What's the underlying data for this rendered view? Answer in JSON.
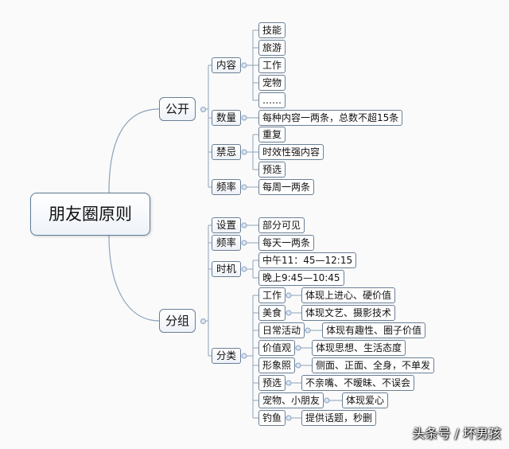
{
  "root": "朋友圈原则",
  "public": {
    "label": "公开",
    "content": {
      "label": "内容",
      "items": [
        "技能",
        "旅游",
        "工作",
        "宠物",
        "……"
      ]
    },
    "quantity": {
      "label": "数量",
      "value": "每种内容一两条，总数不超15条"
    },
    "taboo": {
      "label": "禁忌",
      "items": [
        "重复",
        "时效性强内容",
        "预选"
      ]
    },
    "frequency": {
      "label": "频率",
      "value": "每周一两条"
    }
  },
  "group": {
    "label": "分组",
    "settings": {
      "label": "设置",
      "value": "部分可见"
    },
    "frequency": {
      "label": "频率",
      "value": "每天一两条"
    },
    "timing": {
      "label": "时机",
      "items": [
        "中午11：45—12:15",
        "晚上9:45—10:45"
      ]
    },
    "categories": {
      "label": "分类",
      "items": [
        {
          "name": "工作",
          "desc": "体现上进心、硬价值"
        },
        {
          "name": "美食",
          "desc": "体现文艺、摄影技术"
        },
        {
          "name": "日常活动",
          "desc": "体现有趣性、圈子价值"
        },
        {
          "name": "价值观",
          "desc": "体现思想、生活态度"
        },
        {
          "name": "形象照",
          "desc": "侧面、正面、全身，不单发"
        },
        {
          "name": "预选",
          "desc": "不亲嘴、不暧昧、不误会"
        },
        {
          "name": "宠物、小朋友",
          "desc": "体现爱心"
        },
        {
          "name": "钓鱼",
          "desc": "提供话题，秒删"
        }
      ]
    }
  },
  "watermark": "头条号 / 坏男孩",
  "colors": {
    "line": "#8ea3bb",
    "border": "#6a7f96",
    "background": "#fafafa"
  }
}
